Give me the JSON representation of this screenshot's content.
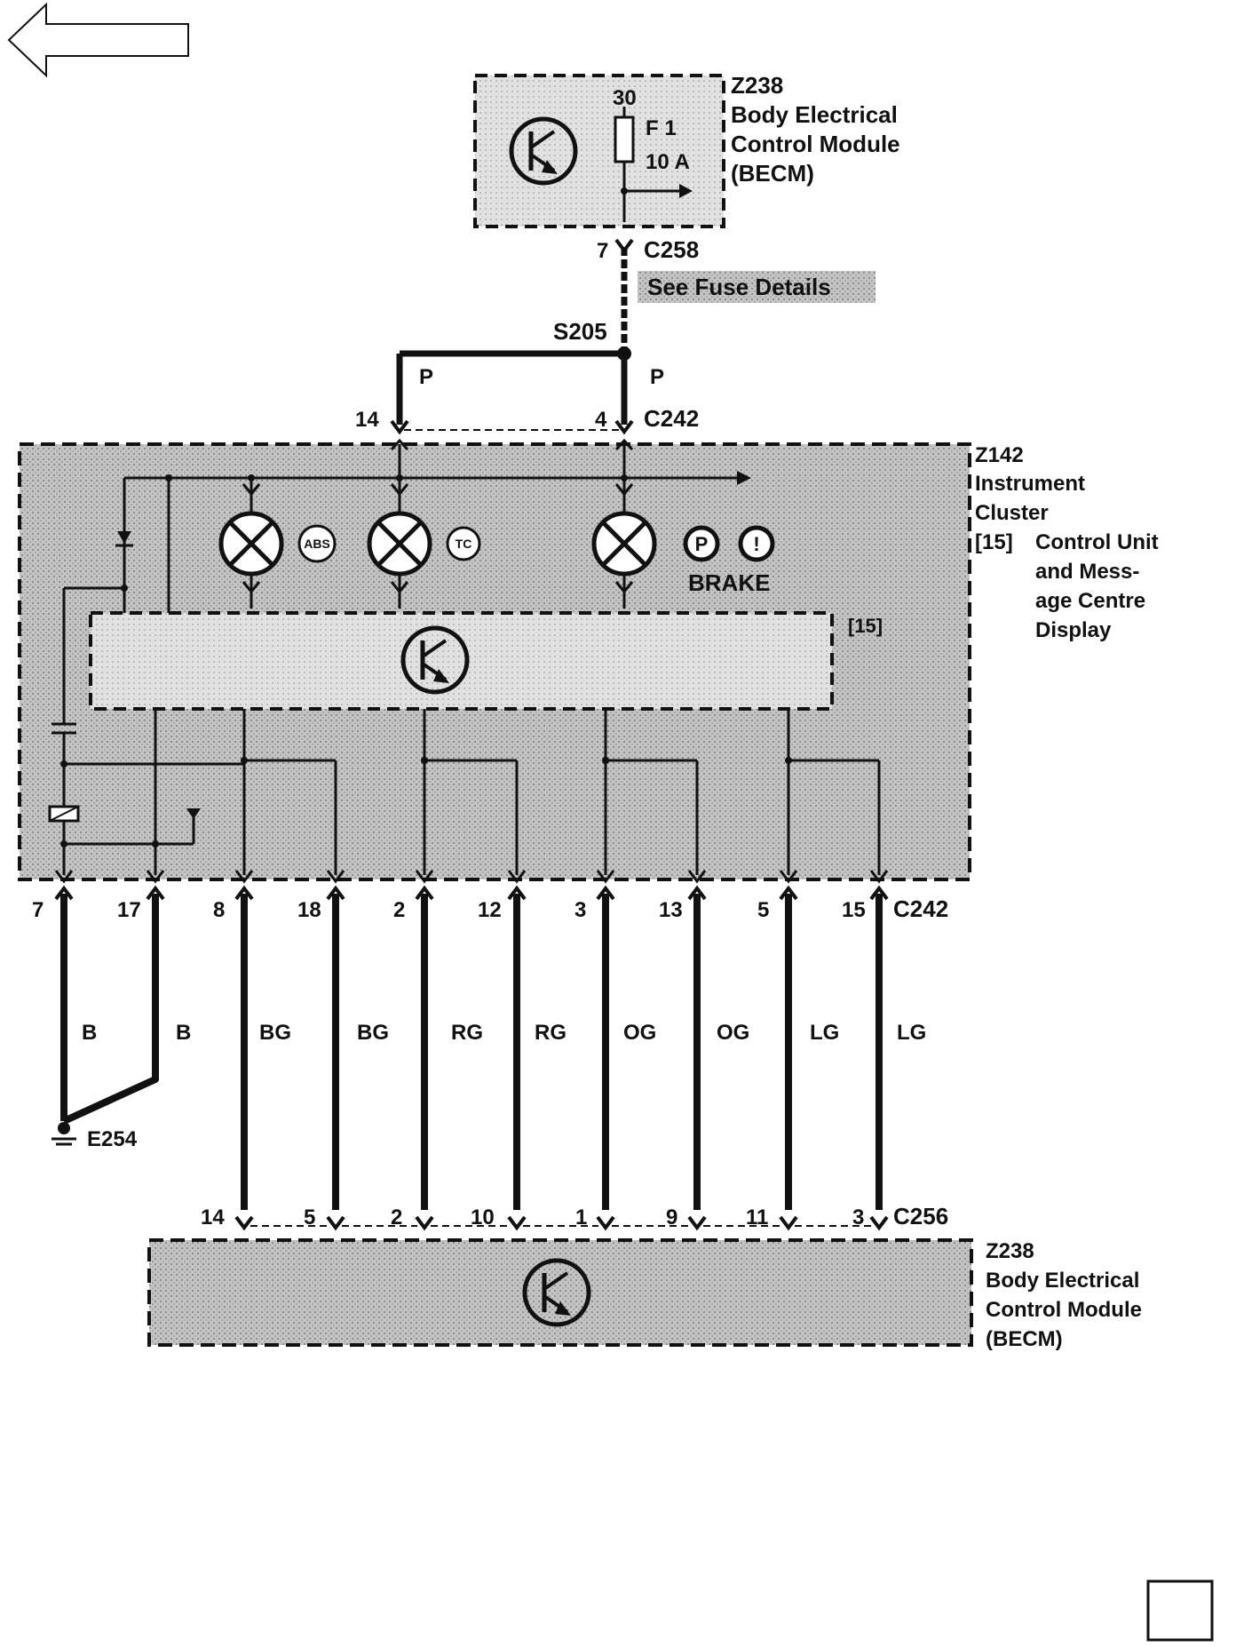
{
  "top_module": {
    "id": "Z238",
    "name_lines": [
      "Body Electrical",
      "Control Module",
      "(BECM)"
    ],
    "fuse_pin": "30",
    "fuse_name": "F 1",
    "fuse_rating": "10 A"
  },
  "connector_c258": {
    "pin": "7",
    "name": "C258"
  },
  "fuse_note": "See Fuse Details",
  "splice": {
    "name": "S205",
    "wire_left": "P",
    "wire_right": "P"
  },
  "c242_top": {
    "pin_left": "14",
    "pin_right": "4",
    "name": "C242"
  },
  "cluster": {
    "id": "Z142",
    "name_lines": [
      "Instrument",
      "Cluster"
    ],
    "ref": "[15]",
    "desc_lines": [
      "Control Unit",
      "and Mess-",
      "age Centre",
      "Display"
    ],
    "inner_ref": "[15]",
    "lamps": {
      "abs": "ABS",
      "tc": "TC",
      "p": "P",
      "warn": "!",
      "brake": "BRAKE"
    }
  },
  "c242_bottom": {
    "name": "C242",
    "pins": [
      "7",
      "17",
      "8",
      "18",
      "2",
      "12",
      "3",
      "13",
      "5",
      "15"
    ],
    "wires": [
      "B",
      "B",
      "BG",
      "BG",
      "RG",
      "RG",
      "OG",
      "OG",
      "LG",
      "LG"
    ]
  },
  "ground": {
    "name": "E254"
  },
  "c256": {
    "name": "C256",
    "pins": [
      "14",
      "5",
      "2",
      "10",
      "1",
      "9",
      "11",
      "3"
    ]
  },
  "bottom_module": {
    "id": "Z238",
    "name_lines": [
      "Body Electrical",
      "Control Module",
      "(BECM)"
    ]
  }
}
